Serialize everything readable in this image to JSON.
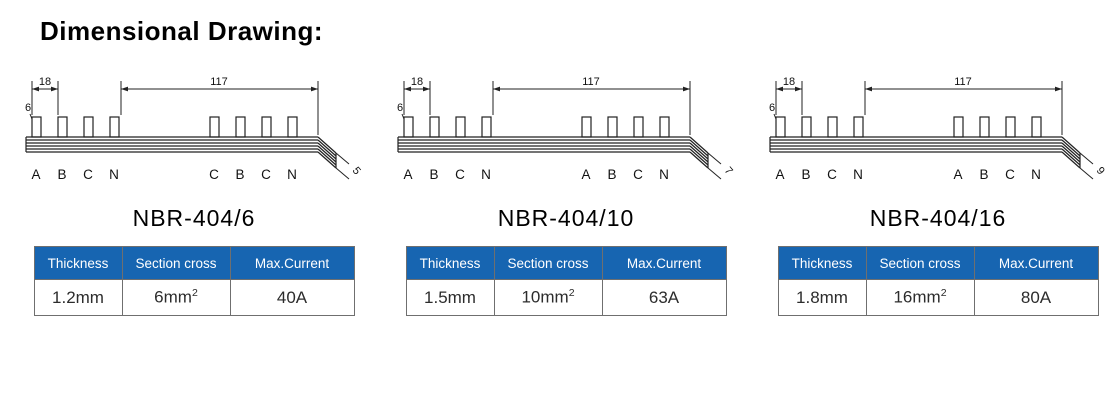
{
  "title": "Dimensional Drawing:",
  "panels": [
    {
      "model": "NBR-404/6",
      "drawing": {
        "dim_pitch": "18",
        "dim_length": "117",
        "dim_width": "6",
        "dim_thickness": "5",
        "left_labels": [
          "A",
          "B",
          "C",
          "N"
        ],
        "right_labels": [
          "C",
          "B",
          "C",
          "N"
        ]
      },
      "table": {
        "headers": [
          "Thickness",
          "Section cross",
          "Max.Current"
        ],
        "thickness": "1.2mm",
        "section_cross": "6mm",
        "section_cross_sup": "2",
        "max_current": "40A"
      }
    },
    {
      "model": "NBR-404/10",
      "drawing": {
        "dim_pitch": "18",
        "dim_length": "117",
        "dim_width": "6",
        "dim_thickness": "7",
        "left_labels": [
          "A",
          "B",
          "C",
          "N"
        ],
        "right_labels": [
          "A",
          "B",
          "C",
          "N"
        ]
      },
      "table": {
        "headers": [
          "Thickness",
          "Section cross",
          "Max.Current"
        ],
        "thickness": "1.5mm",
        "section_cross": "10mm",
        "section_cross_sup": "2",
        "max_current": "63A"
      }
    },
    {
      "model": "NBR-404/16",
      "drawing": {
        "dim_pitch": "18",
        "dim_length": "117",
        "dim_width": "6",
        "dim_thickness": "9",
        "left_labels": [
          "A",
          "B",
          "C",
          "N"
        ],
        "right_labels": [
          "A",
          "B",
          "C",
          "N"
        ]
      },
      "table": {
        "headers": [
          "Thickness",
          "Section cross",
          "Max.Current"
        ],
        "thickness": "1.8mm",
        "section_cross": "16mm",
        "section_cross_sup": "2",
        "max_current": "80A"
      }
    }
  ]
}
